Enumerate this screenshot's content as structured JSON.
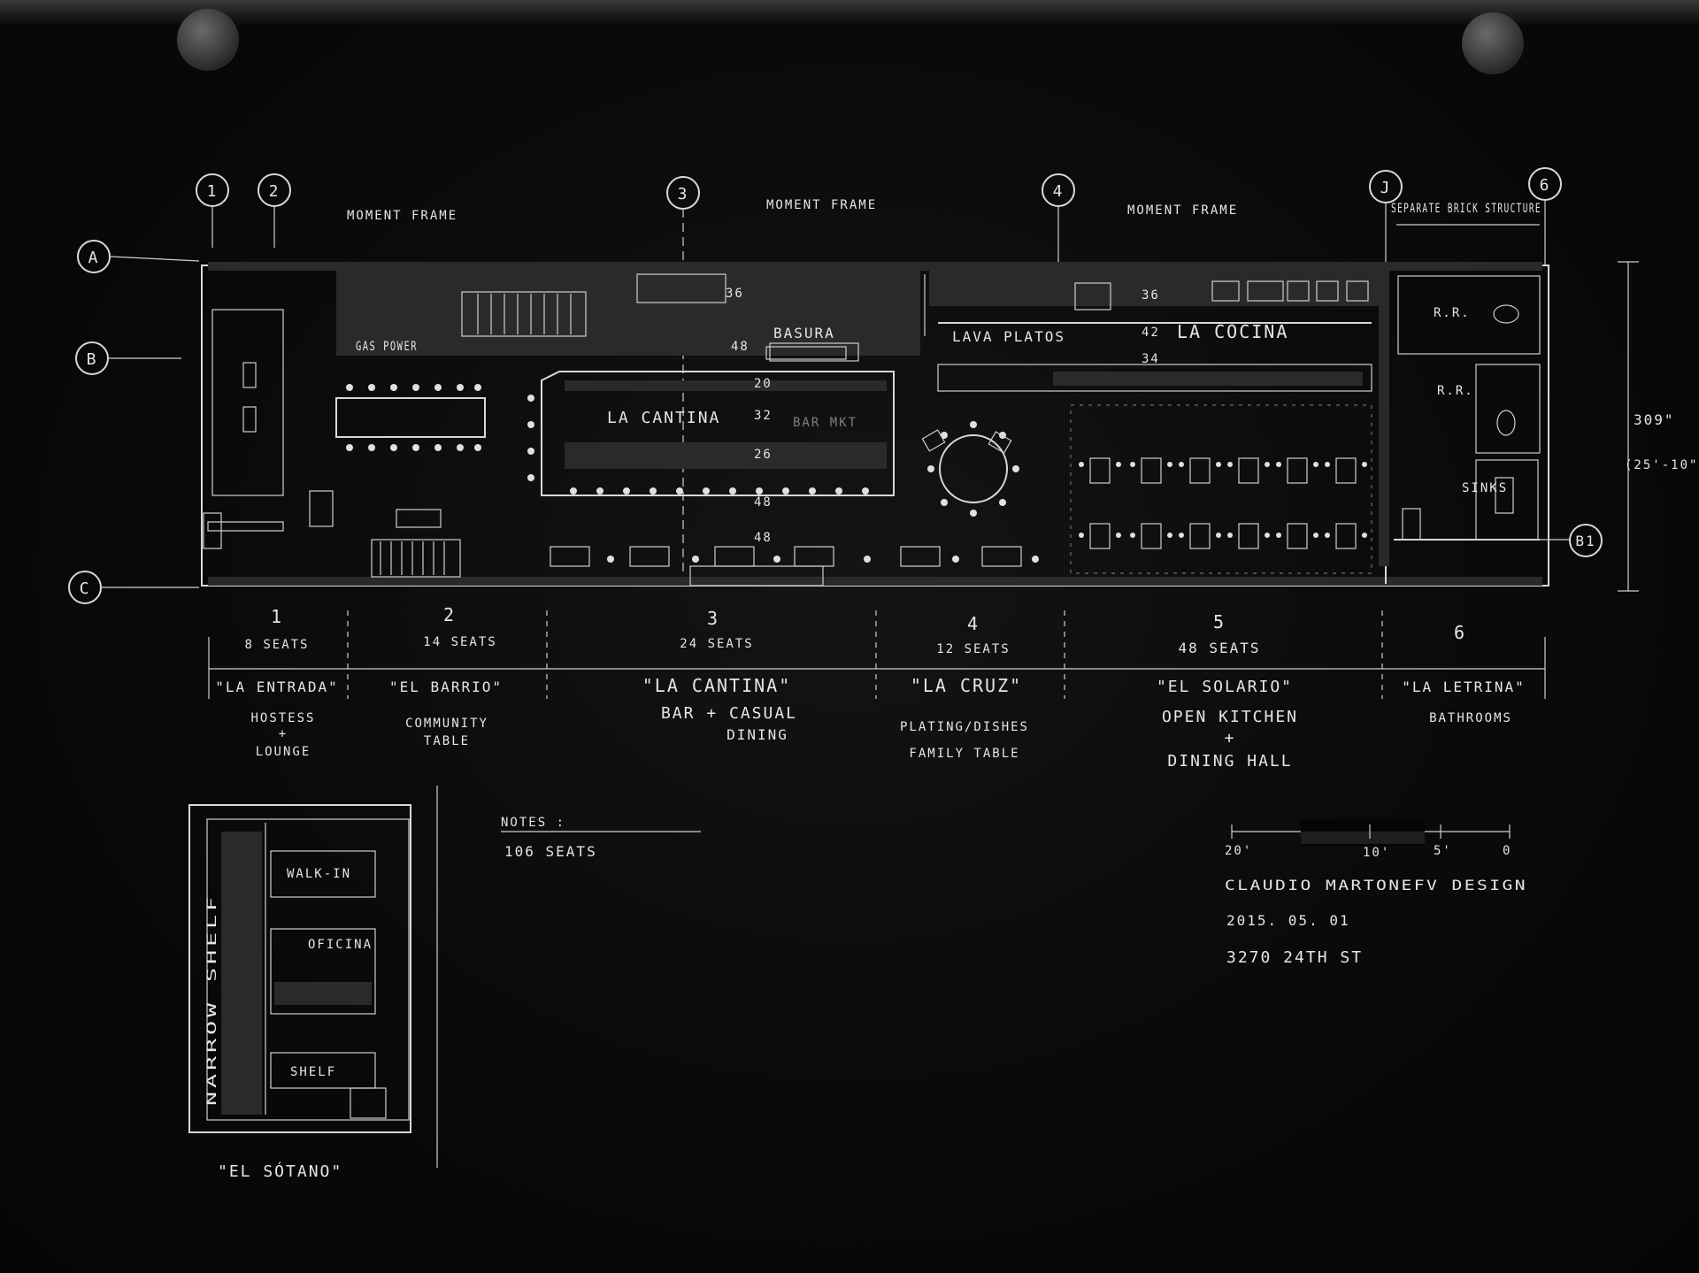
{
  "gridlines": {
    "columns": [
      "1",
      "2",
      "3",
      "4",
      "J",
      "6"
    ],
    "rows": [
      "A",
      "B",
      "C"
    ],
    "detail_tag": "B1"
  },
  "annotations": {
    "moment_frame": "MOMENT FRAME",
    "separate_brick": "SEPARATE BRICK STRUCTURE",
    "gas_power": "GAS POWER",
    "basura": "BASURA",
    "lava_platos": "LAVA PLATOS",
    "la_cocina": "LA COCINA",
    "la_cantina": "LA CANTINA",
    "bar_mark": "BAR MKT",
    "rr1": "R.R.",
    "rr2": "R.R.",
    "sinks": "SINKS",
    "dim_overall": "309\"",
    "dim_overall_ft": "(25'-10\")",
    "n36": "36",
    "n48a": "48",
    "n20": "20",
    "n32": "32",
    "n26": "26",
    "n48b": "48",
    "n48c": "48",
    "n36b": "36",
    "n42": "42",
    "n34": "34"
  },
  "zones": [
    {
      "num": "1",
      "seats": "8 SEATS",
      "name": "\"LA ENTRADA\"",
      "desc1": "HOSTESS",
      "desc2": "+",
      "desc3": "LOUNGE"
    },
    {
      "num": "2",
      "seats": "14 SEATS",
      "name": "\"EL BARRIO\"",
      "desc1": "COMMUNITY",
      "desc2": "TABLE",
      "desc3": ""
    },
    {
      "num": "3",
      "seats": "24 SEATS",
      "name": "\"LA CANTINA\"",
      "desc1": "BAR + CASUAL",
      "desc2": "DINING",
      "desc3": ""
    },
    {
      "num": "4",
      "seats": "12 SEATS",
      "name": "\"LA CRUZ\"",
      "desc1": "PLATING/DISHES",
      "desc2": "FAMILY TABLE",
      "desc3": ""
    },
    {
      "num": "5",
      "seats": "48 SEATS",
      "name": "\"EL SOLARIO\"",
      "desc1": "OPEN KITCHEN",
      "desc2": "+",
      "desc3": "DINING HALL"
    },
    {
      "num": "6",
      "seats": "",
      "name": "\"LA LETRINA\"",
      "desc1": "BATHROOMS",
      "desc2": "",
      "desc3": ""
    }
  ],
  "basement": {
    "title": "\"EL SÓTANO\"",
    "walk_in": "WALK-IN",
    "oficina": "OFICINA",
    "shelf": "SHELF",
    "narrow_shelf": "NARROW SHELF"
  },
  "notes": {
    "heading": "NOTES :",
    "line1": "106 SEATS"
  },
  "scale": {
    "labels": [
      "20'",
      "10'",
      "5'",
      "0"
    ]
  },
  "title_block": {
    "designer": "CLAUDIO MARTONEFV DESIGN",
    "date": "2015. 05. 01",
    "address": "3270 24TH ST"
  }
}
